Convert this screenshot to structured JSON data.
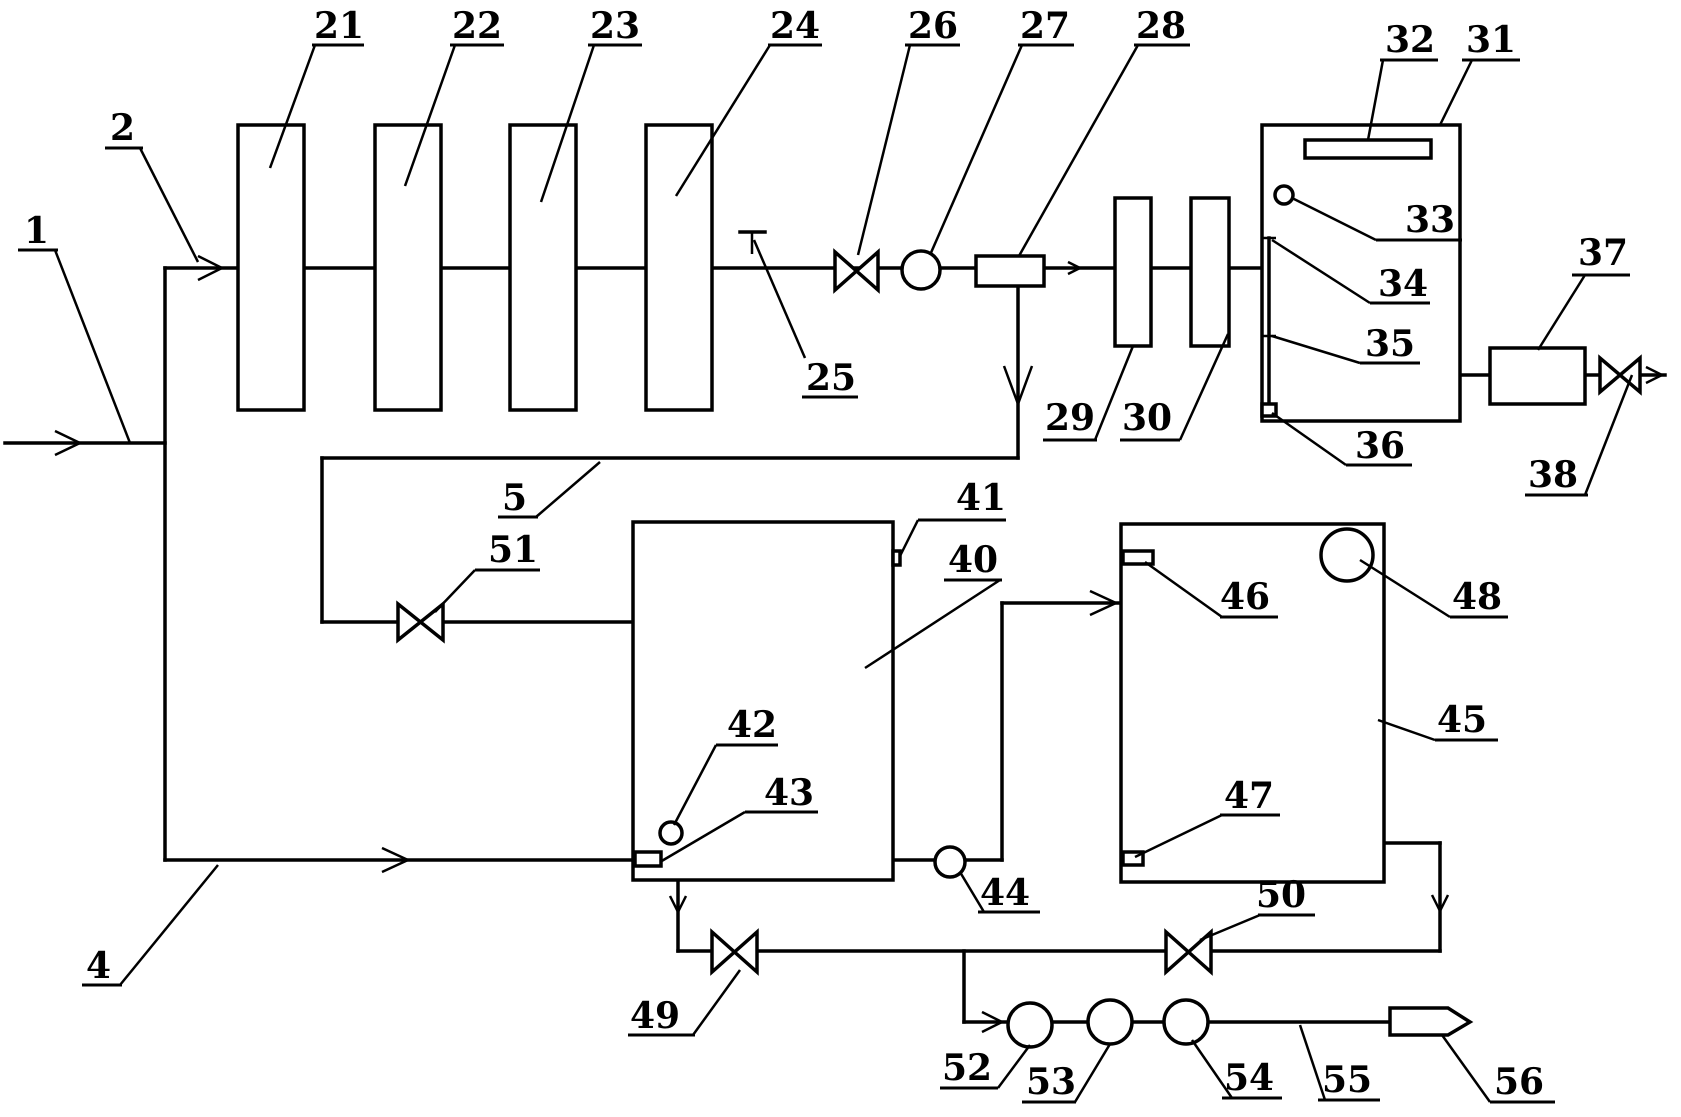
{
  "labels": {
    "n1": "1",
    "n2": "2",
    "n4": "4",
    "n5": "5",
    "n21": "21",
    "n22": "22",
    "n23": "23",
    "n24": "24",
    "n25": "25",
    "n26": "26",
    "n27": "27",
    "n28": "28",
    "n29": "29",
    "n30": "30",
    "n31": "31",
    "n32": "32",
    "n33": "33",
    "n34": "34",
    "n35": "35",
    "n36": "36",
    "n37": "37",
    "n38": "38",
    "n40": "40",
    "n41": "41",
    "n42": "42",
    "n43": "43",
    "n44": "44",
    "n45": "45",
    "n46": "46",
    "n47": "47",
    "n48": "48",
    "n49": "49",
    "n50": "50",
    "n51": "51",
    "n52": "52",
    "n53": "53",
    "n54": "54",
    "n55": "55",
    "n56": "56"
  }
}
